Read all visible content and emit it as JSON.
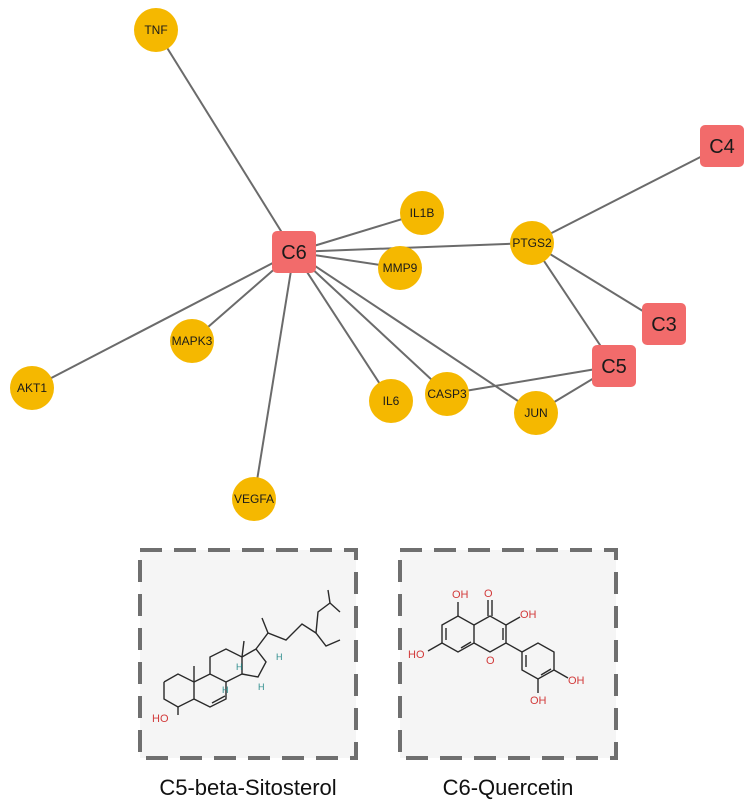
{
  "network": {
    "compounds": [
      {
        "id": "C6",
        "label": "C6"
      },
      {
        "id": "C4",
        "label": "C4"
      },
      {
        "id": "C3",
        "label": "C3"
      },
      {
        "id": "C5",
        "label": "C5"
      }
    ],
    "targets": [
      {
        "id": "TNF",
        "label": "TNF"
      },
      {
        "id": "IL1B",
        "label": "IL1B"
      },
      {
        "id": "PTGS2",
        "label": "PTGS2"
      },
      {
        "id": "MMP9",
        "label": "MMP9"
      },
      {
        "id": "MAPK3",
        "label": "MAPK3"
      },
      {
        "id": "AKT1",
        "label": "AKT1"
      },
      {
        "id": "IL6",
        "label": "IL6"
      },
      {
        "id": "CASP3",
        "label": "CASP3"
      },
      {
        "id": "JUN",
        "label": "JUN"
      },
      {
        "id": "VEGFA",
        "label": "VEGFA"
      }
    ],
    "edges": [
      [
        "C6",
        "TNF"
      ],
      [
        "C6",
        "IL1B"
      ],
      [
        "C6",
        "PTGS2"
      ],
      [
        "C6",
        "MMP9"
      ],
      [
        "C6",
        "MAPK3"
      ],
      [
        "C6",
        "AKT1"
      ],
      [
        "C6",
        "IL6"
      ],
      [
        "C6",
        "CASP3"
      ],
      [
        "C6",
        "JUN"
      ],
      [
        "C6",
        "VEGFA"
      ],
      [
        "C4",
        "PTGS2"
      ],
      [
        "C3",
        "PTGS2"
      ],
      [
        "C5",
        "PTGS2"
      ],
      [
        "C5",
        "CASP3"
      ],
      [
        "C5",
        "JUN"
      ]
    ]
  },
  "structures": {
    "left": {
      "caption": "C5-beta-Sitosterol",
      "atom_labels": {
        "oh": "HO",
        "h": "H"
      }
    },
    "right": {
      "caption": "C6-Quercetin",
      "atom_labels": {
        "oh": "OH",
        "ho": "HO",
        "o": "O"
      }
    }
  },
  "colors": {
    "compound_node": "#f26b6b",
    "target_node": "#f5b800",
    "edge": "#6b6b6b",
    "box_border": "#6f6f6f"
  }
}
